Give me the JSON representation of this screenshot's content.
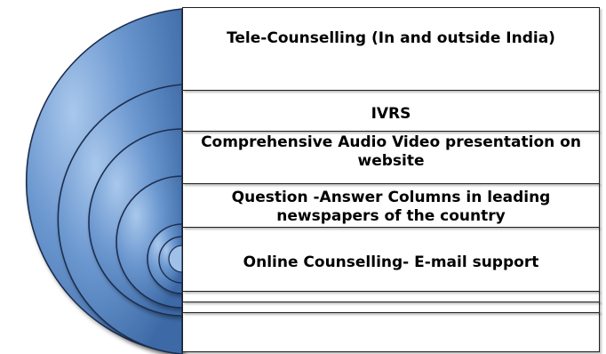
{
  "diagram": {
    "items": [
      "Tele-Counselling (In and outside India)",
      "IVRS",
      "Comprehensive Audio Video presentation on website",
      "Question -Answer Columns in leading newspapers of the country",
      "Online Counselling- E-mail support"
    ]
  }
}
